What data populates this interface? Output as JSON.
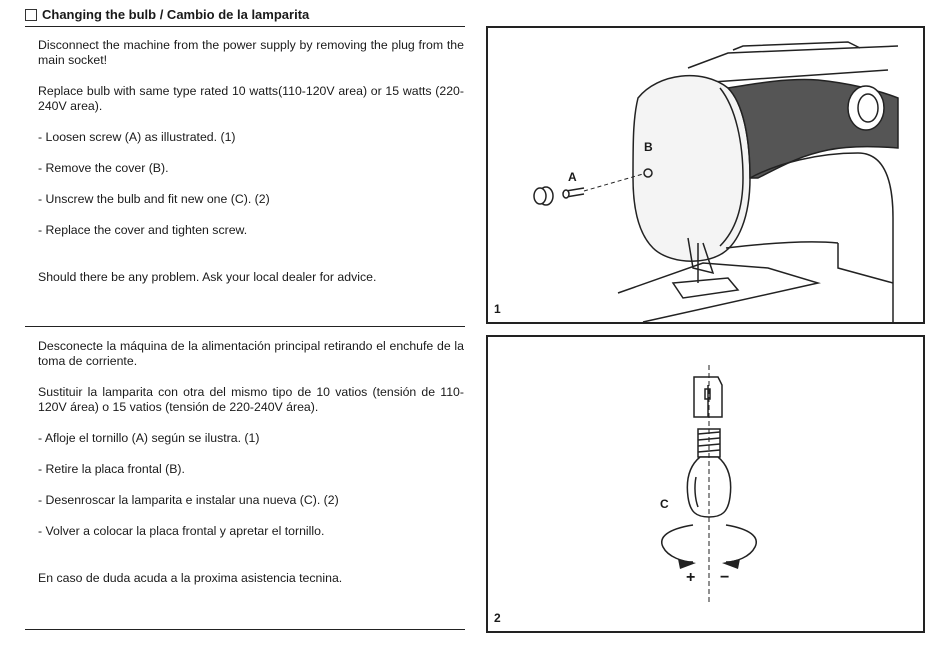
{
  "title": "Changing the bulb / Cambio de la lamparita",
  "english": {
    "paragraphs": [
      "Disconnect the machine from the power supply by removing the plug from the main socket!",
      "Replace bulb with same type rated 10 watts(110-120V area) or 15 watts (220-240V area).",
      "- Loosen screw (A) as illustrated. (1)",
      "- Remove the cover (B).",
      "- Unscrew the bulb and fit new one (C). (2)",
      "- Replace the cover and tighten screw.",
      "Should there be any problem. Ask your local dealer for advice."
    ]
  },
  "spanish": {
    "paragraphs": [
      "Desconecte la máquina de la alimentación principal retirando el enchufe de la toma de corriente.",
      "Sustituir la lamparita con otra del mismo tipo de 10 vatios (tensión de 110-120V área) o 15 vatios (tensión de 220-240V área).",
      "- Afloje el tornillo (A) según se ilustra. (1)",
      "- Retire la placa frontal (B).",
      "- Desenroscar la lamparita e instalar una nueva (C). (2)",
      "- Volver a colocar la placa frontal y apretar el tornillo.",
      "En caso de duda acuda a la proxima asistencia tecnina."
    ]
  },
  "figure1": {
    "number": "1",
    "label_a": "A",
    "label_b": "B"
  },
  "figure2": {
    "number": "2",
    "label_c": "C",
    "plus": "+",
    "minus": "−"
  }
}
